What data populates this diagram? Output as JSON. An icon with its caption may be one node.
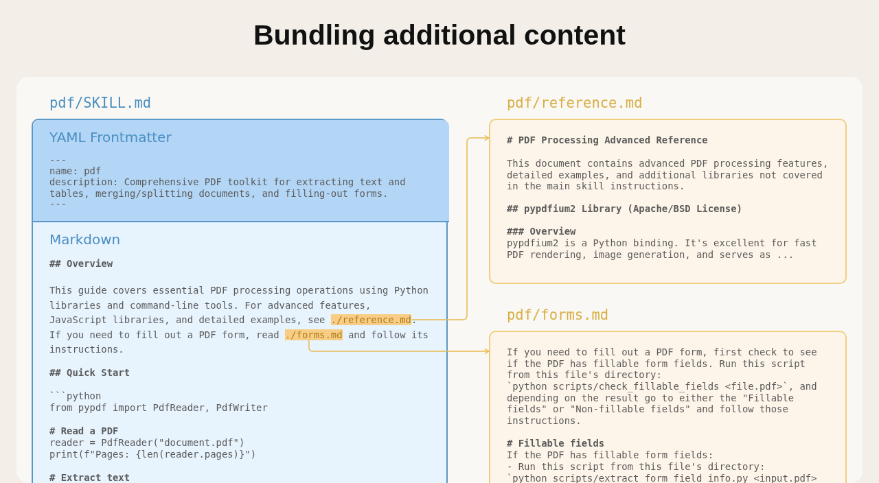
{
  "diagram": {
    "title": "Bundling additional content",
    "nodes": [
      {
        "text": [
          "pdf/SKILL.md"
        ]
      },
      {
        "text": [
          "YAML Frontmatter",
          "---",
          "name: pdf",
          "description: Comprehensive PDF toolkit for extracting text and tables, merging/splitting documents, and filling-out forms.",
          "---"
        ],
        "in": 0
      },
      {
        "text": [
          "Markdown",
          "## Overview",
          "This guide covers essential PDF processing operations using Python libraries and command-line tools. For advanced features, JavaScript libraries, and detailed examples, see",
          ".",
          "If you need to fill out a PDF form, read",
          "and follow its instructions.",
          "## Quick Start",
          "```python",
          "from pypdf import PdfReader, PdfWriter",
          "# Read a PDF",
          "reader = PdfReader(\"document.pdf\")",
          "print(f\"Pages: {len(reader.pages)}\")",
          "# Extract text"
        ],
        "in": 0
      },
      {
        "text": [
          "./reference.md"
        ],
        "in": 2
      },
      {
        "text": [
          "./forms.md"
        ],
        "in": 2
      },
      {
        "text": [
          "pdf/reference.md",
          "# PDF Processing Advanced Reference",
          "This document contains advanced PDF processing features, detailed examples, and additional libraries not covered in the main skill instructions.",
          "## pypdfium2 Library (Apache/BSD License)",
          "### Overview",
          "pypdfium2 is a Python binding. It's excellent for fast PDF rendering, image generation, and serves as ..."
        ]
      },
      {
        "text": [
          "pdf/forms.md",
          "If you need to fill out a PDF form, first check to see if the PDF has fillable form fields. Run this script from this file's directory:",
          "`python scripts/check_fillable_fields <file.pdf>`, and depending on the result go to either the \"Fillable fields\" or \"Non-fillable fields\" and follow those instructions.",
          "# Fillable fields",
          "If the PDF has fillable form fields:",
          "- Run this script from this file's directory:",
          "`python scripts/extract_form_field_info.py <input.pdf>"
        ]
      }
    ],
    "edges": [
      {
        "from": 3,
        "to": 5,
        "arrow": "to"
      },
      {
        "from": 4,
        "to": 6,
        "arrow": "to"
      }
    ]
  }
}
